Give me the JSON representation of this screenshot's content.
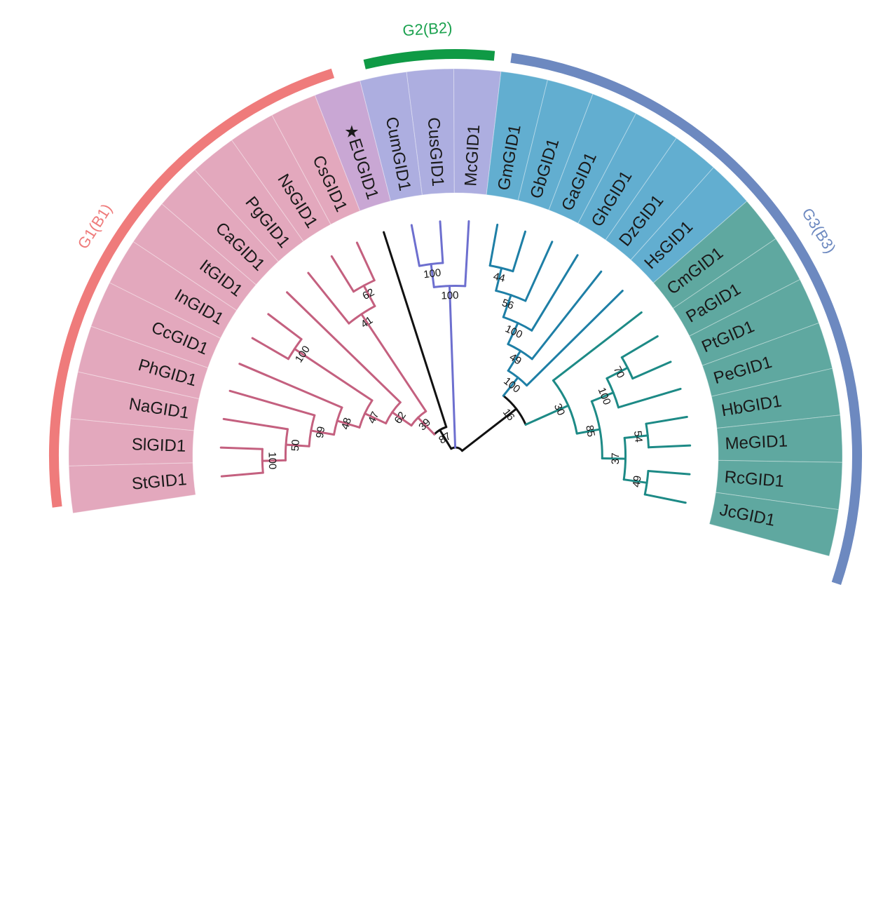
{
  "groups": [
    {
      "key": "G1",
      "label": "G1(B1)",
      "ring_color": "#ef7b7b",
      "text_color": "#ef7b7b"
    },
    {
      "key": "G2",
      "label": "G2(B2)",
      "ring_color": "#0f9a45",
      "text_color": "#1aa14e"
    },
    {
      "key": "G3",
      "label": "G3(B3)",
      "ring_color": "#6d89c0",
      "text_color": "#6d89c0"
    }
  ],
  "clade_colors": {
    "pink": "#e3a8bd",
    "purple": "#c9a7d4",
    "lavender": "#adaee0",
    "blue": "#62aed0",
    "teal": "#5fa8a0"
  },
  "branch_colors": {
    "backbone": "#111111",
    "pink": "#c4607f",
    "lavender": "#6d6fcf",
    "blue": "#1e7fa6",
    "teal": "#1d8a86"
  },
  "leaves": [
    {
      "label": "StGID1",
      "clade": "pink",
      "group": "G1"
    },
    {
      "label": "SlGID1",
      "clade": "pink",
      "group": "G1"
    },
    {
      "label": "NaGID1",
      "clade": "pink",
      "group": "G1"
    },
    {
      "label": "PhGID1",
      "clade": "pink",
      "group": "G1"
    },
    {
      "label": "CcGID1",
      "clade": "pink",
      "group": "G1"
    },
    {
      "label": "InGID1",
      "clade": "pink",
      "group": "G1"
    },
    {
      "label": "ItGID1",
      "clade": "pink",
      "group": "G1"
    },
    {
      "label": "CaGID1",
      "clade": "pink",
      "group": "G1"
    },
    {
      "label": "PgGID1",
      "clade": "pink",
      "group": "G1"
    },
    {
      "label": "NsGID1",
      "clade": "pink",
      "group": "G1"
    },
    {
      "label": "CsGID1",
      "clade": "pink",
      "group": "G1"
    },
    {
      "label": "EUGID1",
      "clade": "purple",
      "group": "G1",
      "star": "★"
    },
    {
      "label": "CumGID1",
      "clade": "lavender",
      "group": "G2"
    },
    {
      "label": "CusGID1",
      "clade": "lavender",
      "group": "G2"
    },
    {
      "label": "McGID1",
      "clade": "lavender",
      "group": "G2"
    },
    {
      "label": "GmGID1",
      "clade": "blue",
      "group": "G3"
    },
    {
      "label": "GbGID1",
      "clade": "blue",
      "group": "G3"
    },
    {
      "label": "GaGID1",
      "clade": "blue",
      "group": "G3"
    },
    {
      "label": "GhGID1",
      "clade": "blue",
      "group": "G3"
    },
    {
      "label": "DzGID1",
      "clade": "blue",
      "group": "G3"
    },
    {
      "label": "HsGID1",
      "clade": "blue",
      "group": "G3"
    },
    {
      "label": "CmGID1",
      "clade": "teal",
      "group": "G3"
    },
    {
      "label": "PaGID1",
      "clade": "teal",
      "group": "G3"
    },
    {
      "label": "PtGID1",
      "clade": "teal",
      "group": "G3"
    },
    {
      "label": "PeGID1",
      "clade": "teal",
      "group": "G3"
    },
    {
      "label": "HbGID1",
      "clade": "teal",
      "group": "G3"
    },
    {
      "label": "MeGID1",
      "clade": "teal",
      "group": "G3"
    },
    {
      "label": "RcGID1",
      "clade": "teal",
      "group": "G3"
    },
    {
      "label": "JcGID1",
      "clade": "teal",
      "group": "G3"
    }
  ],
  "tree": {
    "children": [
      {
        "boot": "87",
        "children": [
          {
            "boot": "39",
            "children": [
              {
                "boot": "62",
                "children": [
                  {
                    "boot": "47",
                    "children": [
                      {
                        "boot": "100",
                        "children": [
                          "ItGID1",
                          "InGID1"
                        ]
                      },
                      {
                        "boot": "48",
                        "children": [
                          "CcGID1",
                          {
                            "boot": "99",
                            "children": [
                              "PhGID1",
                              {
                                "boot": "50",
                                "children": [
                                  "NaGID1",
                                  {
                                    "boot": "100",
                                    "children": [
                                      "SlGID1",
                                      "StGID1"
                                    ]
                                  }
                                ]
                              }
                            ]
                          }
                        ]
                      }
                    ]
                  },
                  "CaGID1"
                ]
              },
              {
                "boot": "41",
                "children": [
                  {
                    "boot": "62",
                    "children": [
                      "CsGID1",
                      "NsGID1"
                    ]
                  },
                  "PgGID1"
                ]
              }
            ]
          },
          "EUGID1"
        ]
      },
      {
        "boot": "100",
        "children": [
          {
            "boot": "100",
            "children": [
              "CumGID1",
              "CusGID1"
            ]
          },
          "McGID1"
        ]
      },
      {
        "boot": "16",
        "children": [
          {
            "boot": "100",
            "children": [
              {
                "boot": "49",
                "children": [
                  {
                    "boot": "100",
                    "children": [
                      {
                        "boot": "56",
                        "children": [
                          {
                            "boot": "44",
                            "children": [
                              "GmGID1",
                              "GbGID1"
                            ]
                          },
                          "GaGID1"
                        ]
                      },
                      "GhGID1"
                    ]
                  },
                  "DzGID1"
                ]
              },
              "HsGID1"
            ]
          },
          {
            "boot": "30",
            "children": [
              "CmGID1",
              {
                "boot": "85",
                "children": [
                  {
                    "boot": "100",
                    "children": [
                      {
                        "boot": "70",
                        "children": [
                          "PaGID1",
                          "PtGID1"
                        ]
                      },
                      "PeGID1"
                    ]
                  },
                  {
                    "boot": "37",
                    "children": [
                      {
                        "boot": "54",
                        "children": [
                          "HbGID1",
                          "MeGID1"
                        ]
                      },
                      {
                        "boot": "49",
                        "children": [
                          "JcGID1",
                          "RcGID1"
                        ]
                      }
                    ]
                  }
                ]
              }
            ]
          }
        ]
      }
    ]
  }
}
